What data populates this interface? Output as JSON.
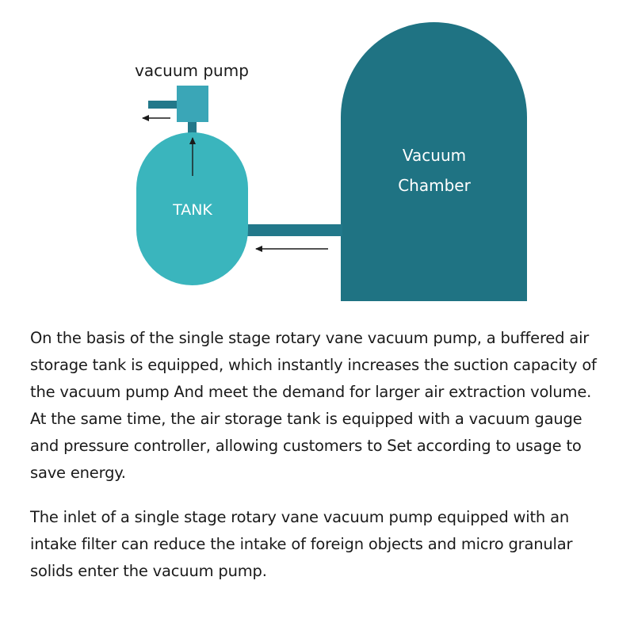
{
  "diagram": {
    "pump_label": "vacuum pump",
    "tank_label": "TANK",
    "chamber_label_line1": "Vacuum",
    "chamber_label_line2": "Chamber",
    "colors": {
      "tank": "#3ab5bd",
      "pump": "#3aa6b7",
      "chamber": "#1f7383",
      "pipe": "#22788a",
      "arrow": "#1a1a1a",
      "label_light": "#ffffff",
      "label_dark": "#1a1a1a"
    }
  },
  "text": {
    "paragraph_1": "On the basis of the single stage rotary vane vacuum pump, a buffered air storage tank is equipped, which instantly increases the suction capacity of the vacuum pump And meet the demand for larger air extraction volume. At the same time, the air storage tank is equipped with a vacuum gauge and pressure controller, allowing customers to Set according to usage to save energy.",
    "paragraph_2": "The inlet of a single stage rotary vane vacuum pump equipped with an intake filter can reduce the intake of foreign objects and micro granular solids enter the vacuum pump."
  }
}
